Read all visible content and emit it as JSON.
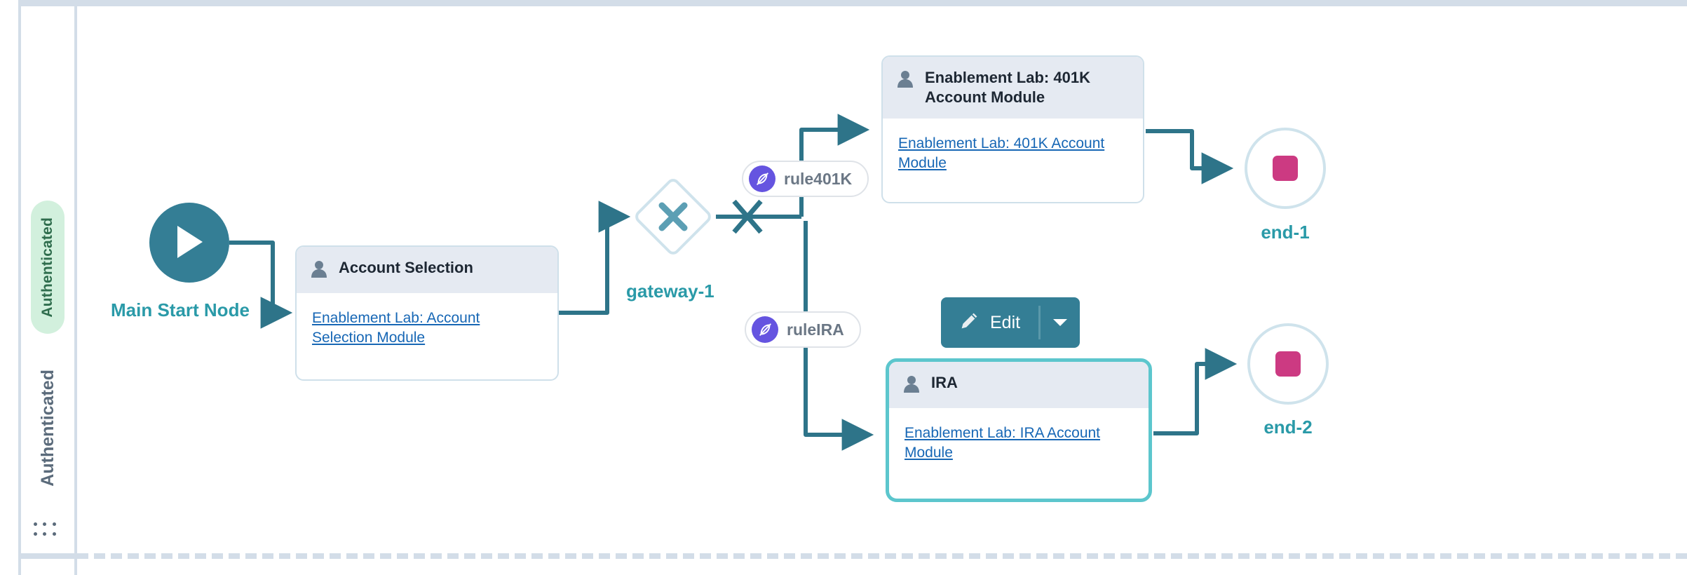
{
  "lane": {
    "badge_label": "Authenticated",
    "title": "Authenticated",
    "drag_handle_icon": "drag-dots-icon"
  },
  "start_node": {
    "label": "Main Start Node",
    "icon": "play-icon",
    "color": "#347e95"
  },
  "gateway": {
    "label": "gateway-1",
    "icon": "exclusive-gateway-x-icon",
    "type": "exclusive"
  },
  "tasks": [
    {
      "id": "account-selection",
      "title": "Account Selection",
      "link": "Enablement Lab: Account Selection Module",
      "icon": "user-task-icon",
      "selected": false
    },
    {
      "id": "401k-account-module",
      "title": "Enablement Lab: 401K Account Module",
      "link": "Enablement Lab: 401K Account Module",
      "icon": "user-task-icon",
      "selected": false
    },
    {
      "id": "ira",
      "title": "IRA",
      "link": "Enablement Lab: IRA Account Module",
      "icon": "user-task-icon",
      "selected": true
    }
  ],
  "rules": [
    {
      "id": "rule401K",
      "label": "rule401K",
      "icon": "rule-leaf-icon",
      "color": "#6554e0"
    },
    {
      "id": "ruleIRA",
      "label": "ruleIRA",
      "icon": "rule-leaf-icon",
      "color": "#6554e0"
    }
  ],
  "end_nodes": [
    {
      "id": "end-1",
      "label": "end-1",
      "marker_color": "#cc3a82"
    },
    {
      "id": "end-2",
      "label": "end-2",
      "marker_color": "#cc3a82"
    }
  ],
  "edit_button": {
    "label": "Edit",
    "icon": "pencil-icon",
    "dropdown_icon": "chevron-down-icon",
    "color": "#347e95"
  },
  "colors": {
    "accent_teal": "#2a9aa8",
    "connector": "#2e7489",
    "lane_border": "#d3dde8",
    "card_header": "#e5eaf2",
    "link_blue": "#1767b5",
    "selection": "#5cc6cd",
    "rule_purple": "#6554e0",
    "end_marker": "#cc3a82",
    "lane_badge_bg": "#d2f0dd"
  }
}
